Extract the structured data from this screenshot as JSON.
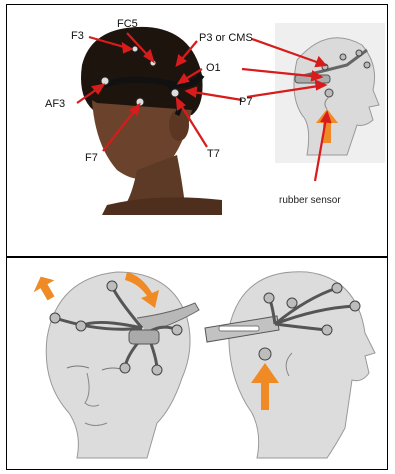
{
  "top_panel": {
    "electrode_labels": {
      "f3": "F3",
      "fc5": "FC5",
      "p3_cms": "P3 or CMS",
      "o1": "O1",
      "af3": "AF3",
      "p7": "P7",
      "f7": "F7",
      "t7": "T7"
    },
    "sensor_label": "rubber sensor"
  },
  "colors": {
    "arrow_red": "#d81b1b",
    "orange_arrow": "#f08a24",
    "sketch_gray": "#d9d9d9",
    "skin": "#5a3a28"
  }
}
